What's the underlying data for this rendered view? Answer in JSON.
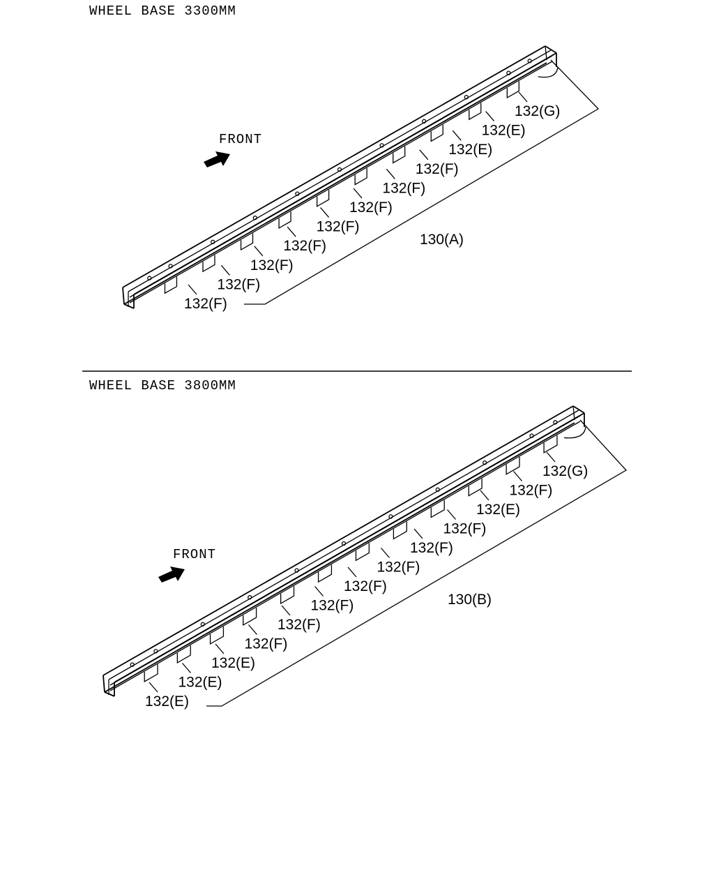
{
  "sections": [
    {
      "heading": "WHEEL BASE 3300MM",
      "front_label": "FRONT",
      "assembly_label": "130(A)",
      "part_labels": [
        "132(G)",
        "132(E)",
        "132(E)",
        "132(F)",
        "132(F)",
        "132(F)",
        "132(F)",
        "132(F)",
        "132(F)",
        "132(F)",
        "132(F)"
      ]
    },
    {
      "heading": "WHEEL BASE 3800MM",
      "front_label": "FRONT",
      "assembly_label": "130(B)",
      "part_labels": [
        "132(G)",
        "132(F)",
        "132(E)",
        "132(F)",
        "132(F)",
        "132(F)",
        "132(F)",
        "132(F)",
        "132(F)",
        "132(F)",
        "132(E)",
        "132(E)",
        "132(E)"
      ]
    }
  ],
  "icons": {
    "front_arrow": "arrow-up-right-icon"
  }
}
